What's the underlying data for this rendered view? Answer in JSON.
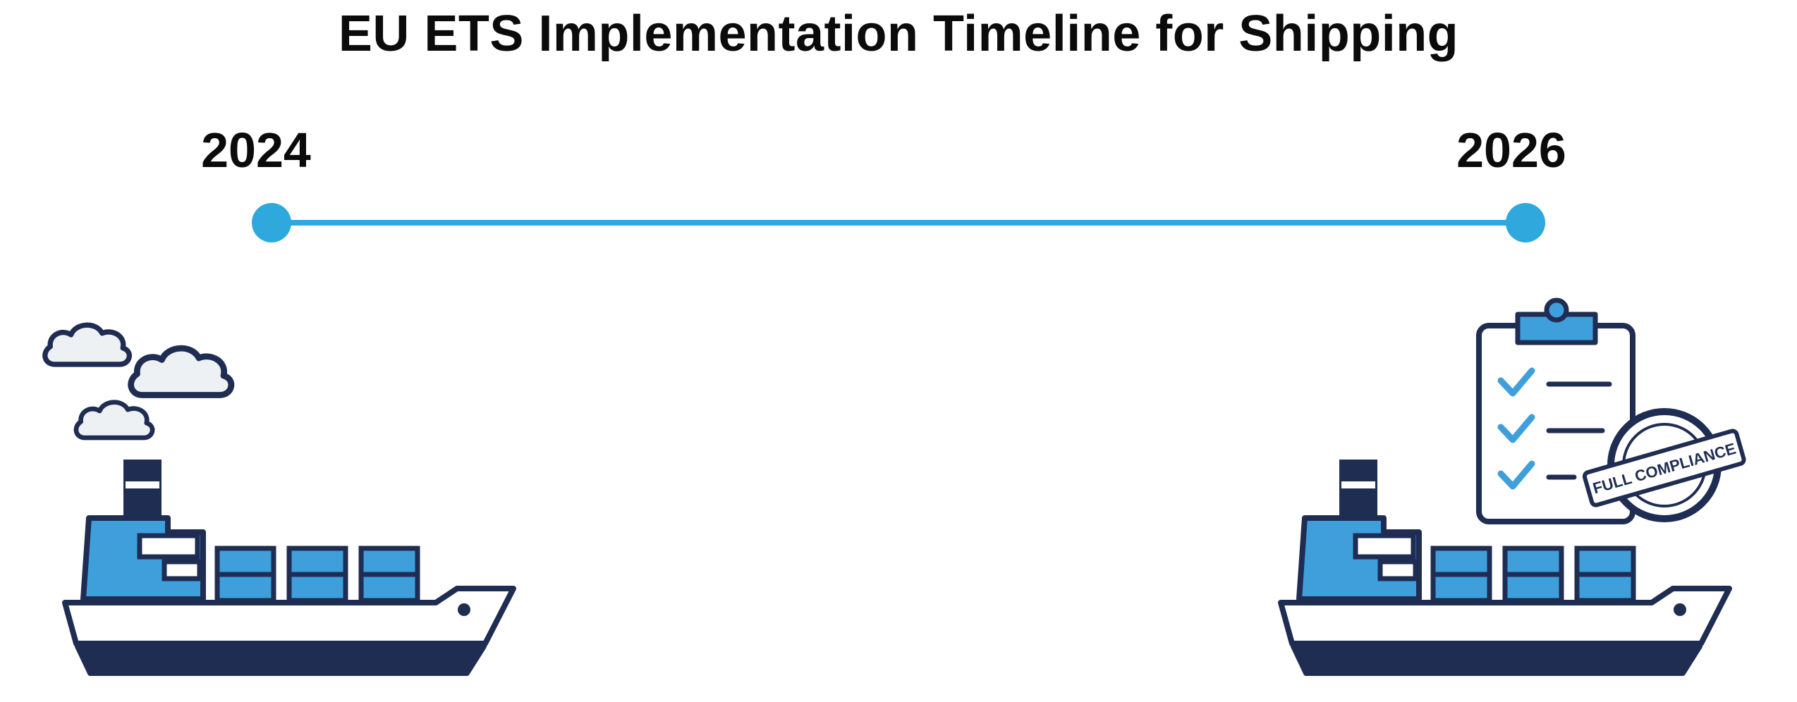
{
  "title": "EU ETS Implementation Timeline for Shipping",
  "timeline": {
    "milestones": [
      {
        "year": "2024",
        "icon": "container-ship-emissions-icon"
      },
      {
        "year": "2026",
        "icon": "container-ship-compliance-icon"
      }
    ],
    "stamp_text": "FULL COMPLIANCE"
  },
  "colors": {
    "accent": "#2ea8dd",
    "navy": "#1f2d52",
    "ship_blue": "#3f9fdb",
    "text": "#0b0b0b"
  }
}
